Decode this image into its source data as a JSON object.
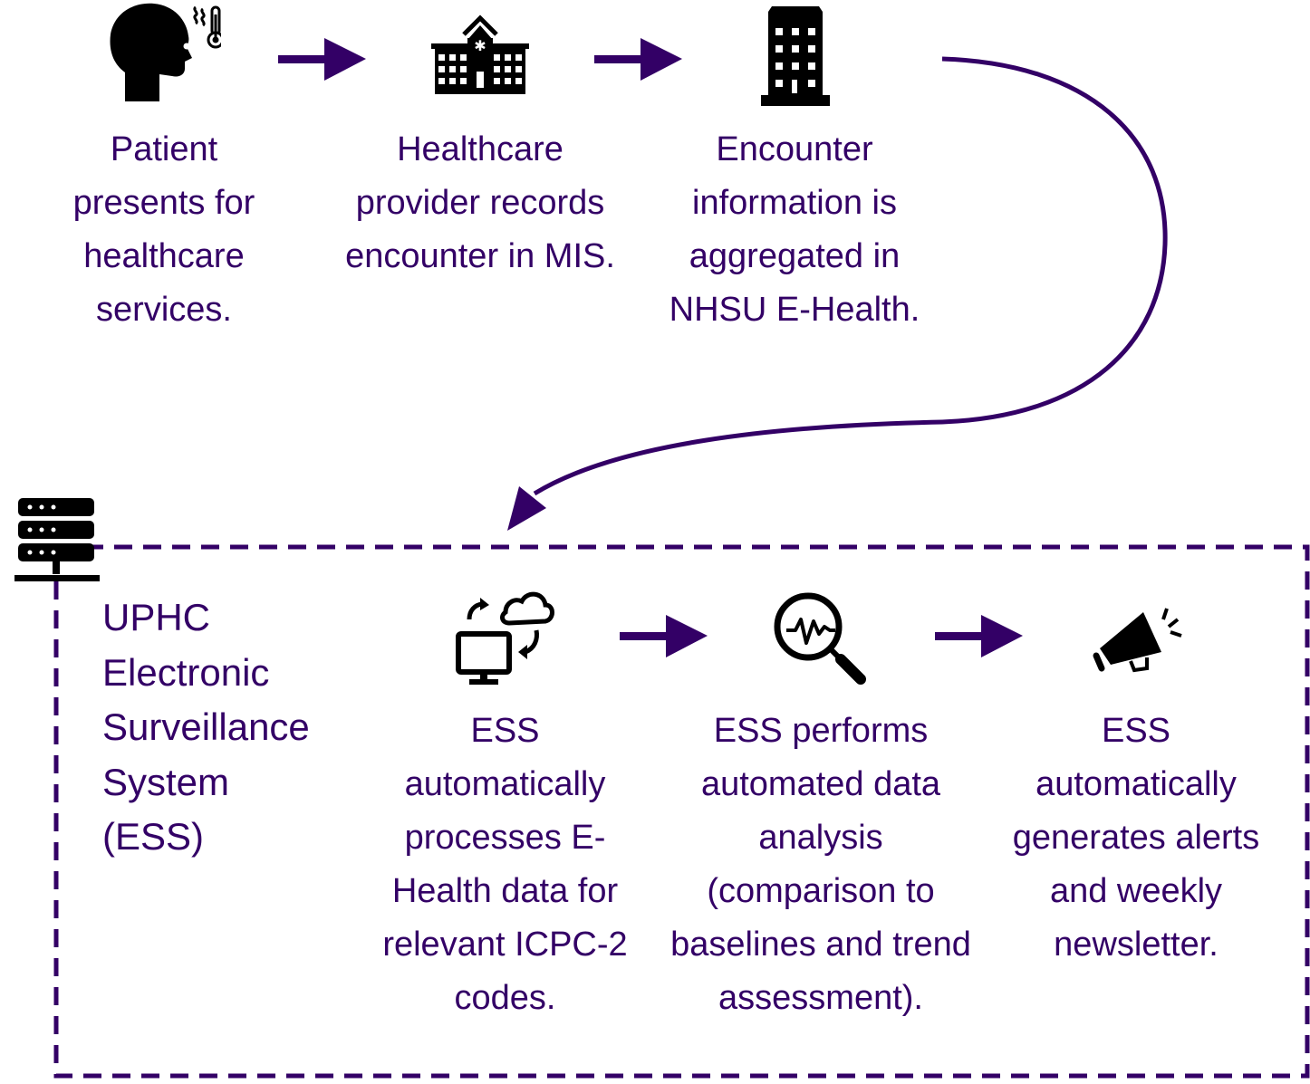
{
  "diagram": {
    "accent_color": "#330066",
    "icon_color": "#000000",
    "top_row": [
      {
        "id": "patient",
        "icon": "patient-fever-icon",
        "text": "Patient\npresents for\nhealthcare\nservices."
      },
      {
        "id": "provider",
        "icon": "hospital-icon",
        "text": "Healthcare\nprovider records\nencounter in MIS."
      },
      {
        "id": "ehealth",
        "icon": "office-building-icon",
        "text": "Encounter\ninformation is\naggregated in\nNHSU E-Health."
      }
    ],
    "ess_box": {
      "title": "UPHC\nElectronic\nSurveillance\nSystem\n(ESS)",
      "icon": "server-network-icon",
      "steps": [
        {
          "id": "process",
          "icon": "computer-cloud-sync-icon",
          "text": "ESS\nautomatically\nprocesses E-\nHealth data for\nrelevant ICPC-2\ncodes."
        },
        {
          "id": "analysis",
          "icon": "magnifier-pulse-icon",
          "text": "ESS performs\nautomated data\nanalysis\n(comparison to\nbaselines and trend\nassessment)."
        },
        {
          "id": "alerts",
          "icon": "megaphone-icon",
          "text": "ESS\nautomatically\ngenerates alerts\nand weekly\nnewsletter."
        }
      ]
    }
  }
}
